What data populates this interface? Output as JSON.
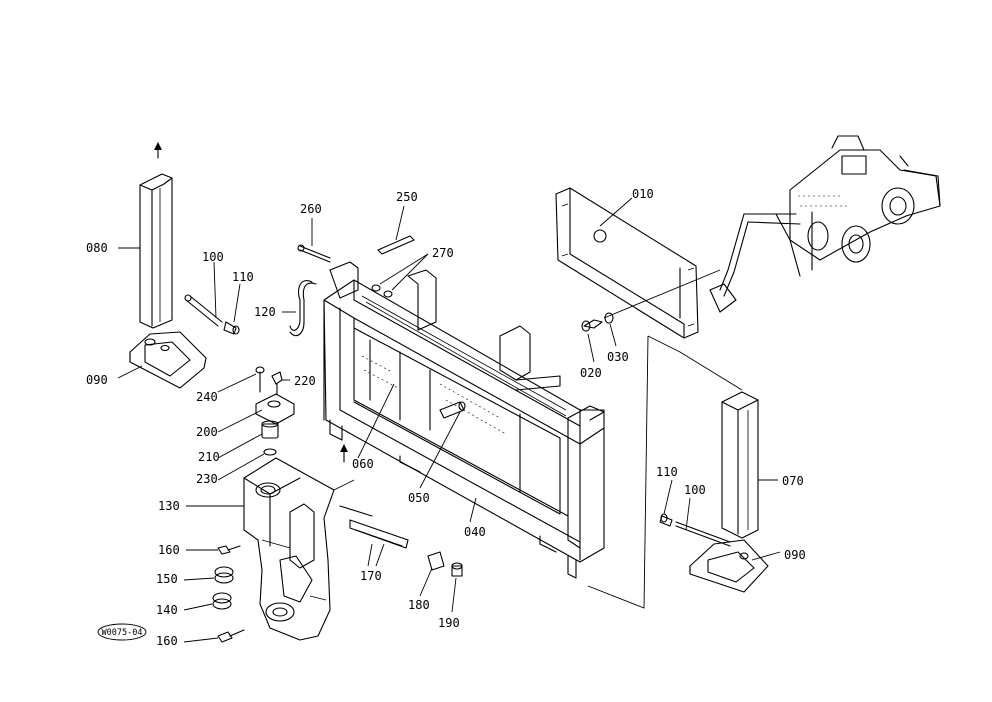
{
  "stamp": "W0075-04",
  "callouts": {
    "c010": "010",
    "c020": "020",
    "c030": "030",
    "c040": "040",
    "c050": "050",
    "c060": "060",
    "c070": "070",
    "c080": "080",
    "c090a": "090",
    "c090b": "090",
    "c100a": "100",
    "c100b": "100",
    "c110a": "110",
    "c110b": "110",
    "c120": "120",
    "c130": "130",
    "c140": "140",
    "c150": "150",
    "c160a": "160",
    "c160b": "160",
    "c170": "170",
    "c180": "180",
    "c190": "190",
    "c200": "200",
    "c210": "210",
    "c220": "220",
    "c230": "230",
    "c240": "240",
    "c250": "250",
    "c260": "260",
    "c270": "270"
  }
}
